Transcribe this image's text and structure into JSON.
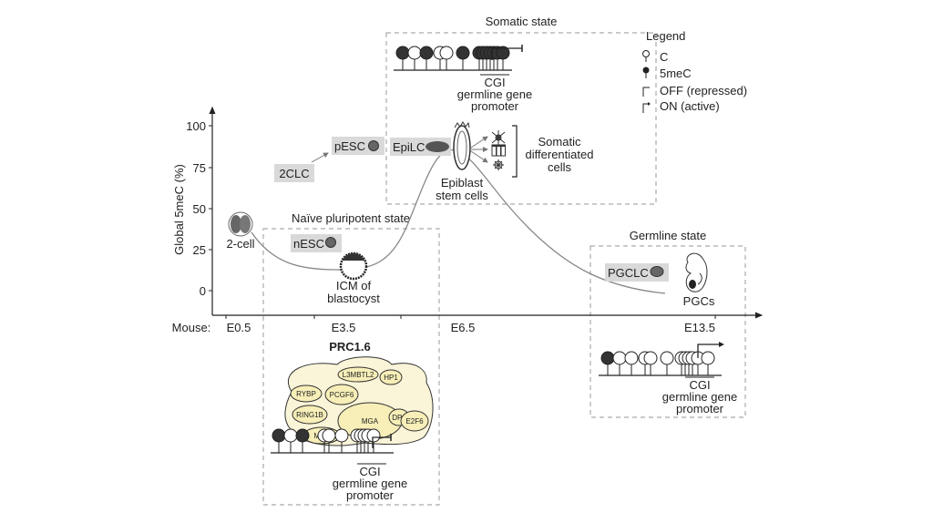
{
  "legend": {
    "title": "Legend",
    "items": [
      {
        "icon": "open-lollipop-icon",
        "label": "C"
      },
      {
        "icon": "filled-lollipop-icon",
        "label": "5meC"
      },
      {
        "icon": "promoter-off-icon",
        "label": "OFF (repressed)"
      },
      {
        "icon": "promoter-on-icon",
        "label": "ON (active)"
      }
    ]
  },
  "axes": {
    "ylabel": "Global 5meC (%)",
    "yticks": [
      "100",
      "75",
      "50",
      "25",
      "0"
    ],
    "xprefix": "Mouse:",
    "xticks": [
      "E0.5",
      "E3.5",
      "E6.5",
      "E13.5"
    ]
  },
  "states": {
    "somatic": {
      "title": "Somatic state",
      "cgi": "CGI",
      "promoter1": "germline gene",
      "promoter2": "promoter"
    },
    "naive": {
      "title": "Naïve pluripotent state"
    },
    "germline": {
      "title": "Germline state",
      "cgi": "CGI",
      "promoter1": "germline gene",
      "promoter2": "promoter"
    },
    "prc": {
      "title": "PRC1.6",
      "cgi": "CGI",
      "promoter1": "germline gene",
      "promoter2": "promoter",
      "proteins": [
        "L3MBTL2",
        "HP1",
        "RYBP",
        "PCGF6",
        "RING1B",
        "MGA",
        "DP1",
        "MAX",
        "E2F6"
      ]
    }
  },
  "cells": {
    "two_cell": "2-cell",
    "icm1": "ICM of",
    "icm2": "blastocyst",
    "epiblast1": "Epiblast",
    "epiblast2": "stem cells",
    "somatic1": "Somatic",
    "somatic2": "differentiated",
    "somatic3": "cells",
    "pgcs": "PGCs"
  },
  "cell_lines": {
    "twoclc": "2CLC",
    "pesc": "pESC",
    "nesc": "nESC",
    "epilc": "EpiLC",
    "pgclc": "PGCLC"
  },
  "colors": {
    "curve": "#888888",
    "methyl": "#333333",
    "protein_fill": "#f7eeb8",
    "complex_fill": "#faf4d8"
  }
}
